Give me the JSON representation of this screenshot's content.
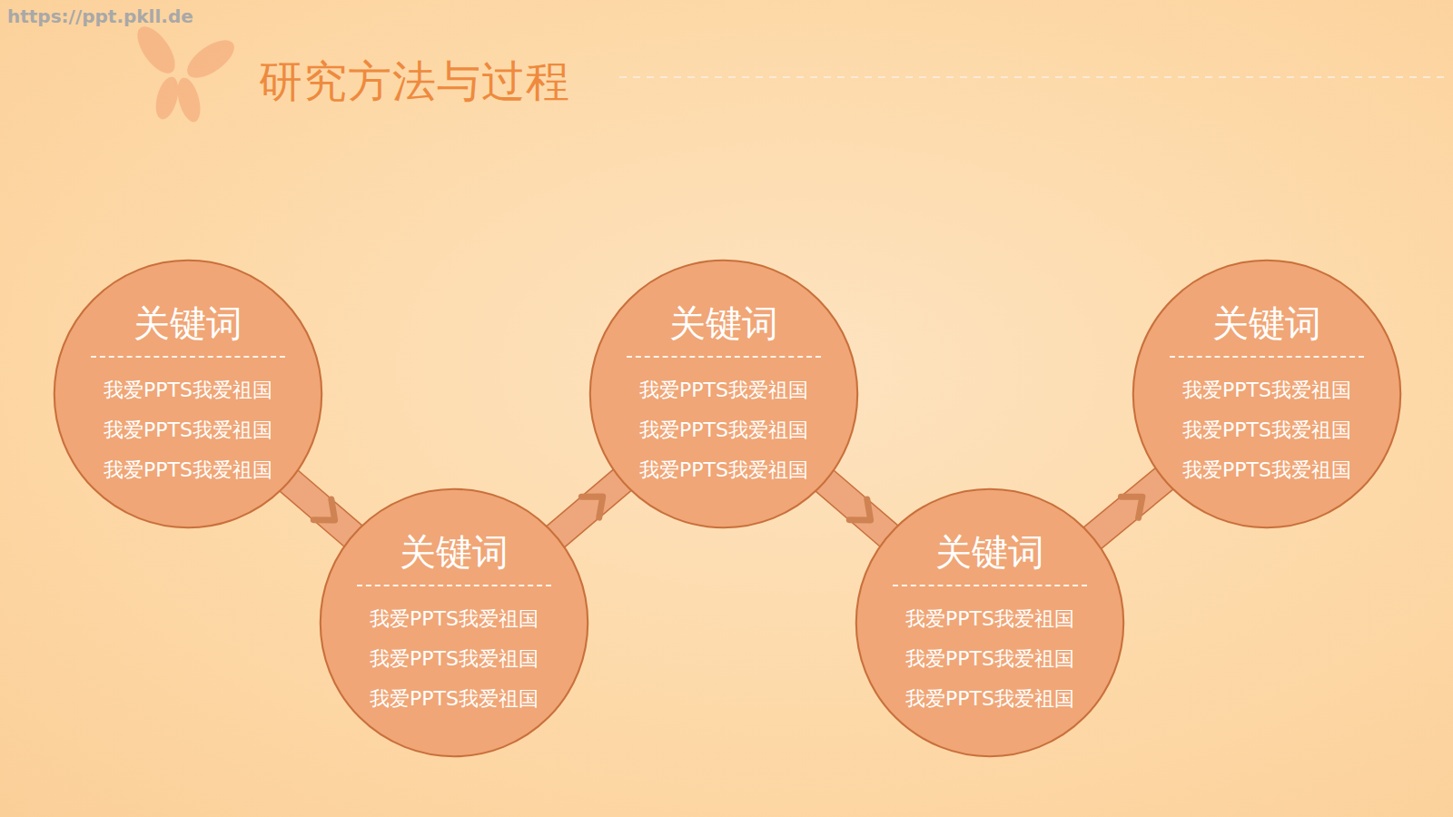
{
  "diagram": {
    "title": "研究方法与过程",
    "nodes": [
      {
        "text": [
          "关键词",
          "我爱PPTS我爱祖国",
          "我爱PPTS我爱祖国",
          "我爱PPTS我爱祖国"
        ]
      },
      {
        "text": [
          "关键词",
          "我爱PPTS我爱祖国",
          "我爱PPTS我爱祖国",
          "我爱PPTS我爱祖国"
        ]
      },
      {
        "text": [
          "关键词",
          "我爱PPTS我爱祖国",
          "我爱PPTS我爱祖国",
          "我爱PPTS我爱祖国"
        ]
      },
      {
        "text": [
          "关键词",
          "我爱PPTS我爱祖国",
          "我爱PPTS我爱祖国",
          "我爱PPTS我爱祖国"
        ]
      },
      {
        "text": [
          "关键词",
          "我爱PPTS我爱祖国",
          "我爱PPTS我爱祖国",
          "我爱PPTS我爱祖国"
        ]
      }
    ],
    "edges": [
      {
        "from": 0,
        "to": 1,
        "arrow": "to"
      },
      {
        "from": 1,
        "to": 2,
        "arrow": "to"
      },
      {
        "from": 2,
        "to": 3,
        "arrow": "to"
      },
      {
        "from": 3,
        "to": 4,
        "arrow": "to"
      }
    ],
    "labels": [
      "https://ppt.pkll.de"
    ]
  }
}
